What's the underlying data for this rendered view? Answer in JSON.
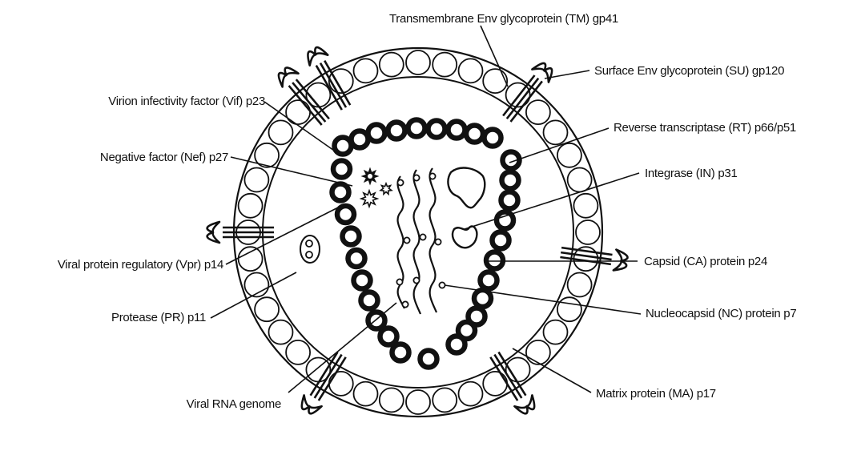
{
  "labels": {
    "tm": "Transmembrane Env glycoprotein (TM) gp41",
    "su": "Surface Env glycoprotein (SU) gp120",
    "vif": "Virion infectivity factor (Vif) p23",
    "rt": "Reverse transcriptase (RT) p66/p51",
    "nef": "Negative factor (Nef) p27",
    "in": "Integrase (IN) p31",
    "vpr": "Viral protein regulatory (Vpr) p14",
    "ca": "Capsid (CA) protein p24",
    "pr": "Protease (PR) p11",
    "nc": "Nucleocapsid (NC) protein p7",
    "rna": "Viral RNA genome",
    "ma": "Matrix protein (MA) p17"
  },
  "colors": {
    "ink": "#111111",
    "background": "#ffffff"
  }
}
